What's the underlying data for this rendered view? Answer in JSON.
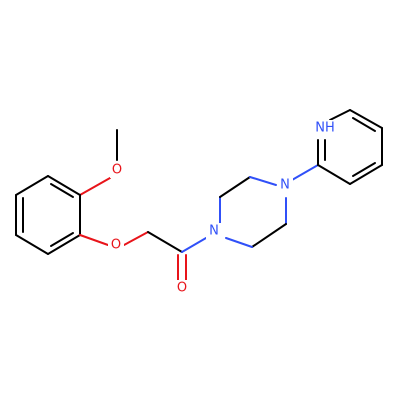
{
  "atoms": {
    "o_methoxy": {
      "label": "O",
      "color": "#e8141a"
    },
    "o_ether": {
      "label": "O",
      "color": "#e8141a"
    },
    "o_carbonyl": {
      "label": "O",
      "color": "#e8141a"
    },
    "n_amide": {
      "label": "N",
      "color": "#3050f8"
    },
    "n_aryl": {
      "label": "N",
      "color": "#3050f8"
    },
    "nh_overlap": {
      "label": "NH",
      "color": "#3050f8"
    }
  },
  "colors": {
    "bond": "#000000",
    "oxygen": "#e8141a",
    "nitrogen": "#3050f8",
    "background": "#ffffff"
  }
}
